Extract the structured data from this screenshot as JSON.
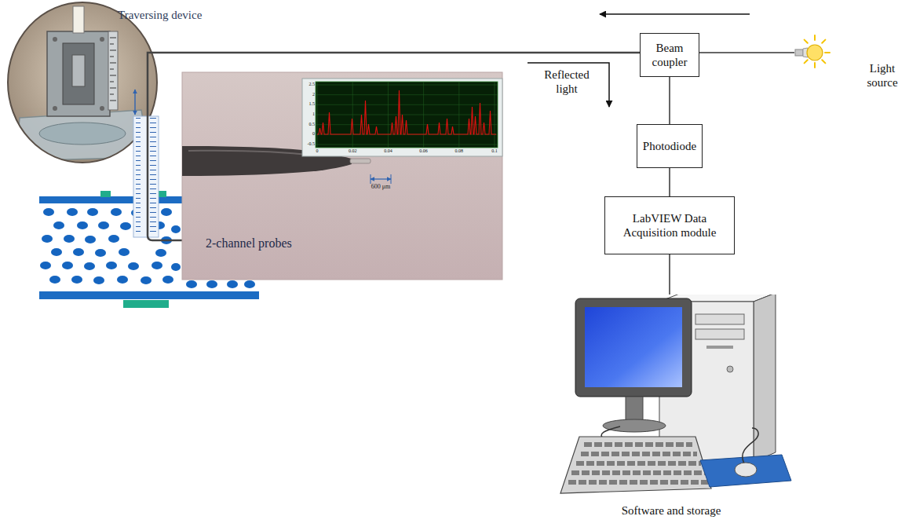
{
  "diagram": {
    "nodes": [
      {
        "text": [
          "Beam coupler"
        ]
      },
      {
        "text": [
          "Light source"
        ]
      },
      {
        "text": [
          "Photodiode"
        ]
      },
      {
        "text": [
          "LabVIEW Data Acquisition module"
        ]
      },
      {
        "text": [
          "Software and storage"
        ]
      }
    ],
    "edges": [
      {
        "from": 1,
        "to": 0,
        "arrow": "none"
      },
      {
        "from": 0,
        "to": 2,
        "arrow": "none"
      },
      {
        "from": 2,
        "to": 3,
        "arrow": "none"
      },
      {
        "from": 3,
        "to": 4,
        "arrow": "none"
      }
    ],
    "labels": [
      "Traversing device",
      "Reflected light",
      "2-channel probes",
      "600 μm",
      "2.5",
      "2",
      "1.5",
      "1",
      "0.5",
      "0",
      "-0.5",
      "0",
      "0.02",
      "0.04",
      "0.06",
      "0.08",
      "0.1"
    ]
  }
}
